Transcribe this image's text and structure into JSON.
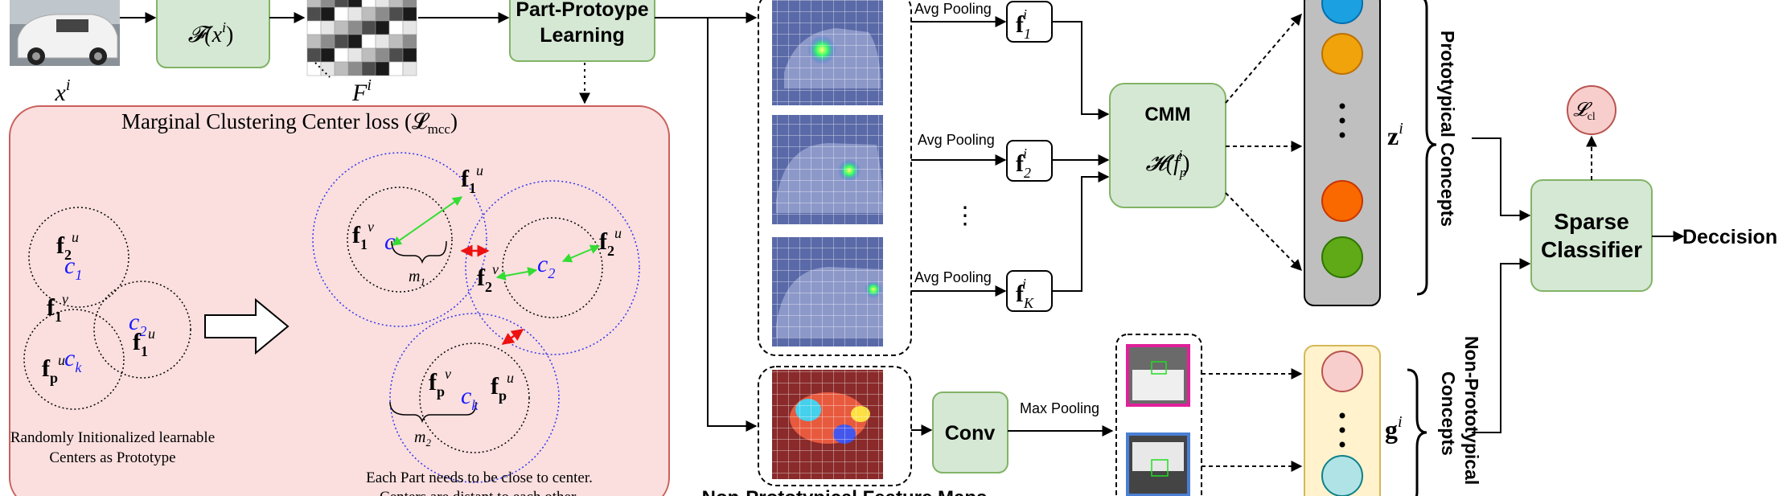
{
  "inputs": {
    "image_label": "x",
    "image_label_sup": "i",
    "extractor_label": "𝓕(x",
    "extractor_sup": "i",
    "extractor_close": ")",
    "feature_label": "F",
    "feature_sup": "i"
  },
  "part_proto": {
    "line1": "Part-Protoype",
    "line2": "Learning"
  },
  "mcc_panel": {
    "title": "Marginal Clustering Center loss (𝓛",
    "title_sub": "mcc",
    "title_close": ")",
    "caption_left_1": "Randomly Initionalized learnable",
    "caption_left_2": "Centers as Prototype",
    "caption_right_1": "Each Part needs to be close to center.",
    "caption_right_2": "Centers are distant to each other.",
    "labels": {
      "f2u": "f",
      "f2u_sub": "2",
      "f2u_sup": "u",
      "c1": "c",
      "c1_sub": "1",
      "f1v": "f",
      "f1v_sub": "1",
      "f1v_sup": "v",
      "c2": "c",
      "c2_sub": "2",
      "f1u": "f",
      "f1u_sub": "1",
      "f1u_sup": "u",
      "fpu": "f",
      "fpu_sub": "p",
      "fpu_sup": "u",
      "ck": "c",
      "ck_sub": "k",
      "m1": "m",
      "m1_sub": "1",
      "m2": "m",
      "m2_sub": "2",
      "fpv": "f",
      "fpv_sub": "p",
      "fpv_sup": "v"
    }
  },
  "pooling": {
    "avg1": "Avg Pooling",
    "avg2": "Avg Pooling",
    "avg3": "Avg Pooling",
    "dots": "⋮",
    "f1": "f",
    "f1_sub": "1",
    "f1_sup": "i",
    "f2": "f",
    "f2_sub": "2",
    "f2_sup": "i",
    "fK": "f",
    "fK_sub": "K",
    "fK_sup": "i"
  },
  "cmm": {
    "title": "CMM",
    "formula": "𝓗(f",
    "formula_sub": "p",
    "formula_sup": "i",
    "formula_close": ")"
  },
  "concepts": {
    "z_label": "z",
    "z_sup": "i",
    "g_label": "g",
    "g_sup": "i",
    "prototypical": "Prototypical Concepts",
    "non_proto_1": "Non-Prototypical",
    "non_proto_2": "Concepts",
    "proto_colors": [
      "#1ba1e2",
      "#f0a30a",
      "#fa6800",
      "#60a917"
    ],
    "nonproto_colors": [
      "#f8cecc",
      "#b0e3e6"
    ]
  },
  "conv": {
    "label": "Conv",
    "max_pooling": "Max Pooling",
    "feature_maps": "Non-Prototypical Feature Maps"
  },
  "classifier": {
    "line1": "Sparse",
    "line2": "Classifier",
    "loss": "𝓛",
    "loss_sub": "cl",
    "decision": "Deccision"
  }
}
